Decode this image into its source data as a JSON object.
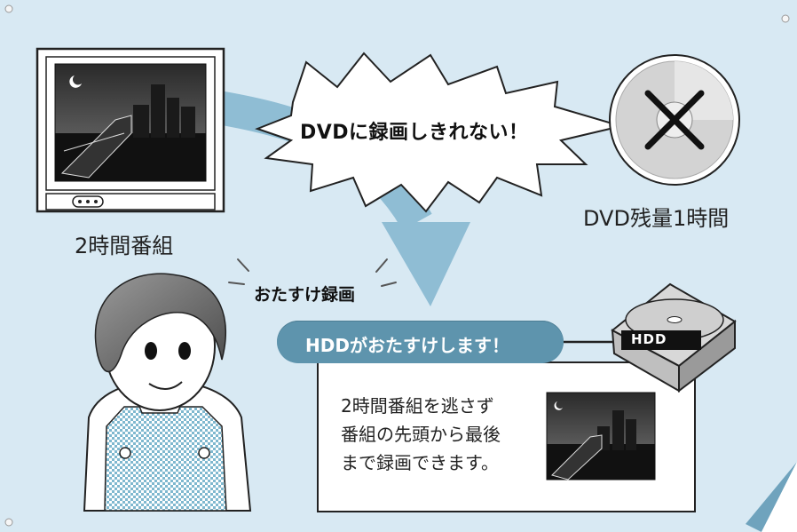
{
  "speech_burst": {
    "text": "DVDに録画しきれない！"
  },
  "dvd": {
    "remaining_label": "DVD残量1時間",
    "status_mark": "x-mark-icon"
  },
  "tv": {
    "program_label": "2時間番組"
  },
  "woman": {
    "label": "おたすけ録画"
  },
  "hdd_pill": {
    "text": "HDDがおたすけします！"
  },
  "hdd_drive": {
    "tag": "HDD"
  },
  "info_box": {
    "lines": [
      "2時間番組を逃さず",
      "番組の先頭から最後",
      "まで録画できます。"
    ]
  },
  "colors": {
    "panel_bg": "#d8e9f3",
    "flow_arrow": "#8fbdd4",
    "pill_bg": "#5e94ad",
    "burst_fill": "#ffffff",
    "apron_pattern": "#7fb8cf"
  }
}
